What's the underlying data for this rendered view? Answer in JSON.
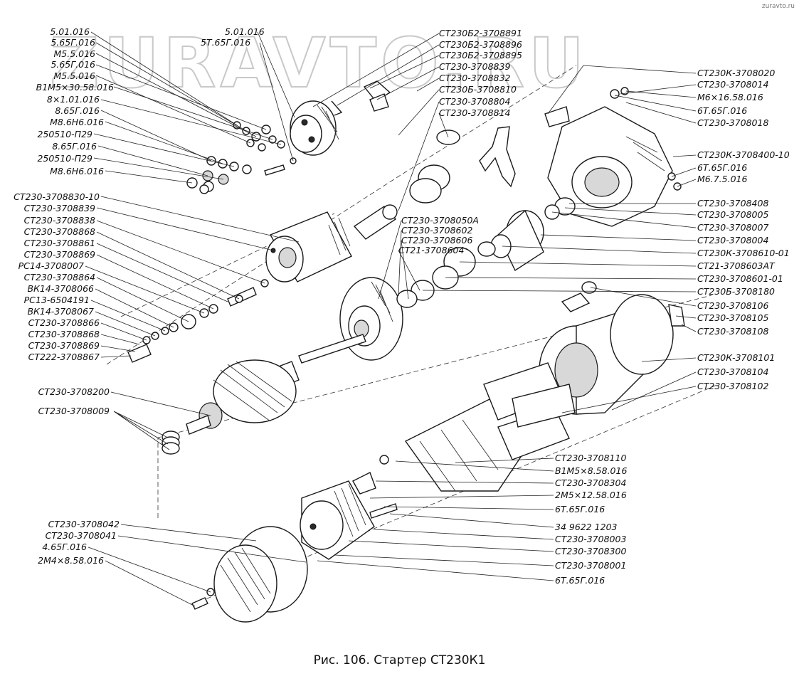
{
  "watermark": "ZURAVTO.RU",
  "site_mark": "zuravto.ru",
  "caption": "Рис. 106. Стартер СТ230К1",
  "labels_left": [
    "5.01.016",
    "5.65Г.016",
    "М5.5.016",
    "5.65Г.016",
    "М5.5.016",
    "В1М5×30.58.016",
    "8×1.01.016",
    "8.65Г.016",
    "М8.6Н6.016",
    "250510-П29",
    "8.65Г.016",
    "250510-П29",
    "М8.6Н6.016",
    "СТ230-3708830-10",
    "СТ230-3708839",
    "СТ230-3708838",
    "СТ230-3708868",
    "СТ230-3708861",
    "СТ230-3708869",
    "РС14-3708007",
    "СТ230-3708864",
    "ВК14-3708066",
    "РС13-6504191",
    "ВК14-3708067",
    "СТ230-3708866",
    "СТ230-3708868",
    "СТ230-3708869",
    "СТ222-3708867",
    "СТ230-3708200",
    "СТ230-3708009",
    "СТ230-3708042",
    "СТ230-3708041",
    "4.65Г.016",
    "2М4×8.58.016"
  ],
  "labels_top": [
    "5.01.016",
    "5Т.65Г.016",
    "СТ230Б2-3708891",
    "СТ230Б2-3708896",
    "СТ230Б2-3708895",
    "СТ230-3708839",
    "СТ230-3708832",
    "СТ230Б-3708810",
    "СТ230-3708804",
    "СТ230-3708814"
  ],
  "labels_middle": [
    "СТ230-3708050А",
    "СТ230-3708602",
    "СТ230-3708606",
    "СТ21-3708604"
  ],
  "labels_right": [
    "СТ230К-3708020",
    "СТ230-3708014",
    "М6×16.58.016",
    "6Т.65Г.016",
    "СТ230-3708018",
    "СТ230К-3708400-10",
    "6Т.65Г.016",
    "М6.7.5.016",
    "СТ230-3708408",
    "СТ230-3708005",
    "СТ230-3708007",
    "СТ230-3708004",
    "СТ230К-3708610-01",
    "СТ21-3708603АТ",
    "СТ230-3708601-01",
    "СТ230Б-3708180",
    "СТ230-3708106",
    "СТ230-3708105",
    "СТ230-3708108",
    "СТ230К-3708101",
    "СТ230-3708104",
    "СТ230-3708102"
  ],
  "labels_bottom_right": [
    "СТ230-3708110",
    "В1М5×8.58.016",
    "СТ230-3708304",
    "2М5×12.58.016",
    "6Т.65Г.016",
    "34 9622 1203",
    "СТ230-3708003",
    "СТ230-3708300",
    "СТ230-3708001",
    "6Т.65Г.016"
  ]
}
